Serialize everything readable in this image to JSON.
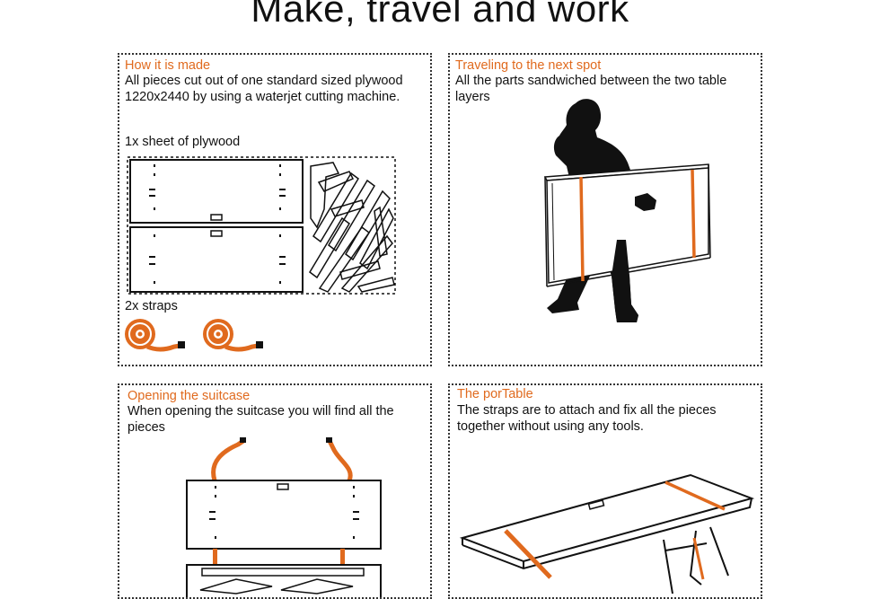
{
  "page": {
    "title": "Make, travel and work"
  },
  "colors": {
    "accent": "#e06a1e",
    "ink": "#111111"
  },
  "panels": [
    {
      "title": "How it is made",
      "description": "All pieces cut out of one standard sized plywood 1220x2440 by using a waterjet cutting machine.",
      "label_sheet": "1x sheet of plywood",
      "label_straps": "2x straps"
    },
    {
      "title": "Traveling to the next spot",
      "description": "All the parts sandwiched between the two table layers"
    },
    {
      "title": "Opening the suitcase",
      "description": "When opening the suitcase you will find all the pieces"
    },
    {
      "title": "The porTable",
      "description": "The straps are to attach and fix all the pieces together without using any tools."
    }
  ]
}
